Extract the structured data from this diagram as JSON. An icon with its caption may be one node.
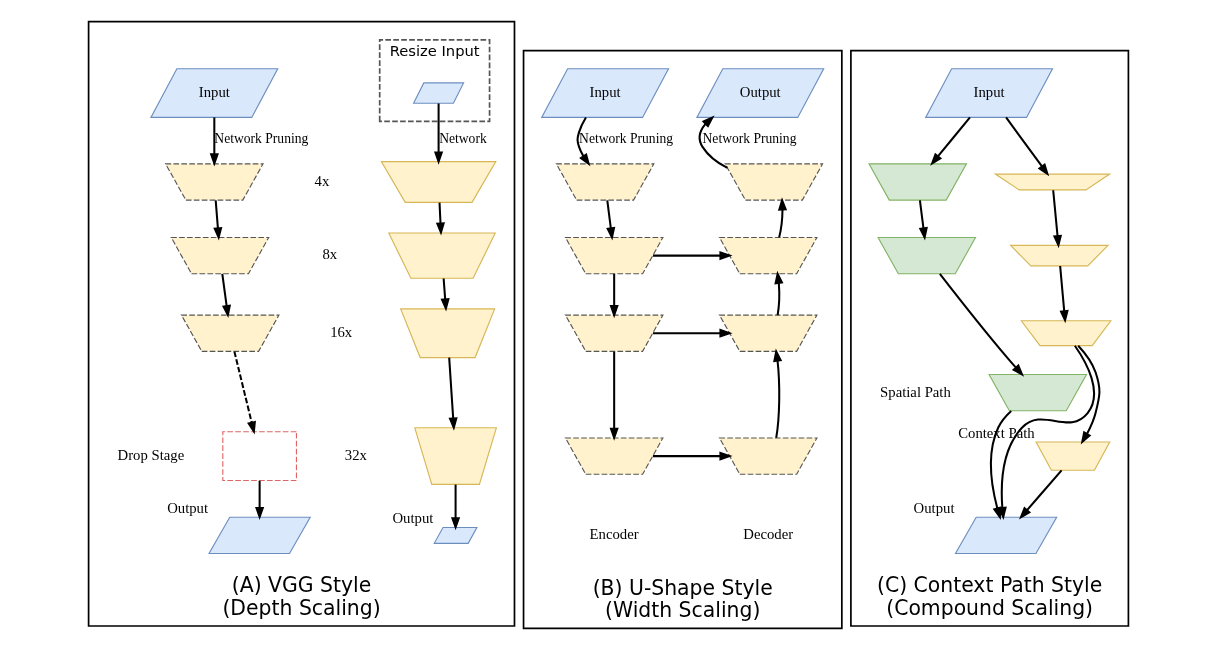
{
  "diagram": {
    "nodes": [
      {
        "text": [
          "(A) VGG Style",
          "(Depth Scaling)"
        ]
      },
      {
        "text": [
          "Resize Input"
        ],
        "in": 0
      },
      {
        "text": [],
        "shape": "parallelogram",
        "in": 1
      },
      {
        "text": [],
        "shape": "trapezoid",
        "in": 0,
        "beside": [
          "4x"
        ]
      },
      {
        "text": [],
        "shape": "trapezoid",
        "in": 0,
        "beside": [
          "8x"
        ]
      },
      {
        "text": [],
        "shape": "trapezoid",
        "in": 0,
        "beside": [
          "16x"
        ]
      },
      {
        "text": [],
        "shape": "trapezoid",
        "in": 0,
        "beside": [
          "32x"
        ]
      },
      {
        "text": [],
        "shape": "parallelogram",
        "in": 0,
        "beside": [
          "Output"
        ]
      },
      {
        "text": [
          "Input"
        ],
        "in": 0
      },
      {
        "text": [],
        "shape": "trapezoid",
        "in": 0
      },
      {
        "text": [],
        "shape": "trapezoid",
        "in": 0
      },
      {
        "text": [],
        "shape": "trapezoid",
        "in": 0
      },
      {
        "text": [],
        "shape": "box",
        "in": 0,
        "beside": [
          "Drop Stage"
        ]
      },
      {
        "text": [],
        "shape": "parallelogram",
        "in": 0,
        "beside": [
          "Output"
        ]
      },
      {
        "text": [
          "(B) U-Shape Style",
          "(Width Scaling)"
        ]
      },
      {
        "text": [
          "Input"
        ],
        "in": 14
      },
      {
        "text": [],
        "shape": "trapezoid",
        "in": 14
      },
      {
        "text": [],
        "shape": "trapezoid",
        "in": 14
      },
      {
        "text": [],
        "shape": "trapezoid",
        "in": 14
      },
      {
        "text": [],
        "shape": "trapezoid",
        "in": 14,
        "beside": [
          "Encoder"
        ]
      },
      {
        "text": [
          "Output"
        ],
        "in": 14
      },
      {
        "text": [],
        "shape": "trapezoid",
        "in": 14
      },
      {
        "text": [],
        "shape": "trapezoid",
        "in": 14
      },
      {
        "text": [],
        "shape": "trapezoid",
        "in": 14
      },
      {
        "text": [],
        "shape": "trapezoid",
        "in": 14,
        "beside": [
          "Decoder"
        ]
      },
      {
        "text": [
          "(C) Context Path Style",
          "(Compound Scaling)"
        ]
      },
      {
        "text": [
          "Input"
        ],
        "in": 25
      },
      {
        "text": [],
        "shape": "trapezoid",
        "in": 25
      },
      {
        "text": [],
        "shape": "trapezoid",
        "in": 25
      },
      {
        "text": [],
        "shape": "trapezoid",
        "in": 25,
        "beside": [
          "Spatial Path"
        ]
      },
      {
        "text": [],
        "shape": "parallelogram",
        "in": 25,
        "beside": [
          "Output"
        ]
      },
      {
        "text": [],
        "shape": "trapezoid",
        "in": 25
      },
      {
        "text": [],
        "shape": "trapezoid",
        "in": 25
      },
      {
        "text": [],
        "shape": "trapezoid",
        "in": 25
      },
      {
        "text": [],
        "shape": "trapezoid",
        "in": 25,
        "beside": [
          "Context Path"
        ]
      }
    ],
    "edges": [
      {
        "from": 2,
        "to": 3,
        "arrow": "to",
        "label": "Network"
      },
      {
        "from": 3,
        "to": 4,
        "arrow": "to"
      },
      {
        "from": 4,
        "to": 5,
        "arrow": "to"
      },
      {
        "from": 5,
        "to": 6,
        "arrow": "to"
      },
      {
        "from": 6,
        "to": 7,
        "arrow": "to"
      },
      {
        "from": 8,
        "to": 9,
        "arrow": "to",
        "label": "Network Pruning"
      },
      {
        "from": 9,
        "to": 10,
        "arrow": "to"
      },
      {
        "from": 10,
        "to": 11,
        "arrow": "to"
      },
      {
        "from": 11,
        "to": 12,
        "arrow": "to",
        "style": "dashed"
      },
      {
        "from": 12,
        "to": 13,
        "arrow": "to"
      },
      {
        "from": 15,
        "to": 16,
        "arrow": "to",
        "label": "Network Pruning"
      },
      {
        "from": 16,
        "to": 17,
        "arrow": "to"
      },
      {
        "from": 17,
        "to": 18,
        "arrow": "to"
      },
      {
        "from": 18,
        "to": 19,
        "arrow": "to"
      },
      {
        "from": 17,
        "to": 22,
        "arrow": "to"
      },
      {
        "from": 18,
        "to": 23,
        "arrow": "to"
      },
      {
        "from": 19,
        "to": 24,
        "arrow": "to"
      },
      {
        "from": 24,
        "to": 23,
        "arrow": "to"
      },
      {
        "from": 23,
        "to": 22,
        "arrow": "to"
      },
      {
        "from": 22,
        "to": 21,
        "arrow": "to"
      },
      {
        "from": 21,
        "to": 20,
        "arrow": "to",
        "label": "Network Pruning"
      },
      {
        "from": 26,
        "to": 27,
        "arrow": "to"
      },
      {
        "from": 27,
        "to": 28,
        "arrow": "to"
      },
      {
        "from": 28,
        "to": 29,
        "arrow": "to"
      },
      {
        "from": 29,
        "to": 30,
        "arrow": "to"
      },
      {
        "from": 26,
        "to": 31,
        "arrow": "to"
      },
      {
        "from": 31,
        "to": 32,
        "arrow": "to"
      },
      {
        "from": 32,
        "to": 33,
        "arrow": "to"
      },
      {
        "from": 33,
        "to": 34,
        "arrow": "to"
      },
      {
        "from": 33,
        "to": 30,
        "arrow": "to"
      },
      {
        "from": 34,
        "to": 30,
        "arrow": "to"
      }
    ]
  }
}
